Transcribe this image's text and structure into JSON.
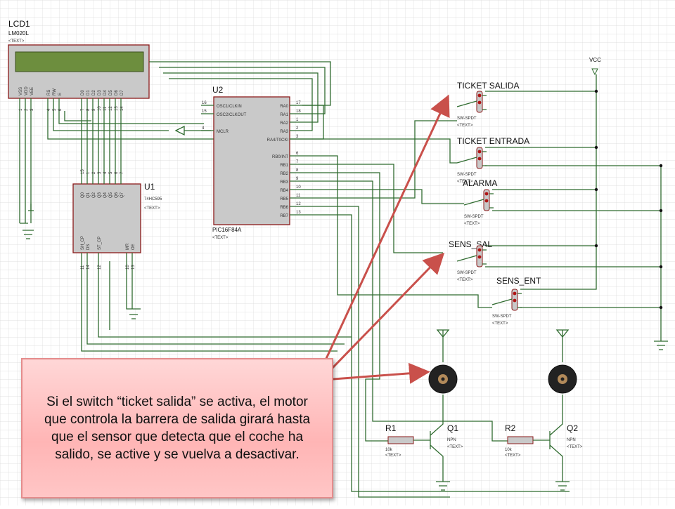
{
  "lcd": {
    "ref": "LCD1",
    "model": "LM020L",
    "text": "<TEXT>",
    "pins": [
      "VSS",
      "VDD",
      "VEE",
      "RS",
      "RW",
      "E",
      "D0",
      "D1",
      "D2",
      "D3",
      "D4",
      "D5",
      "D6",
      "D7"
    ],
    "pin_numbers": [
      "1",
      "2",
      "3",
      "4",
      "5",
      "6",
      "7",
      "8",
      "9",
      "10",
      "11",
      "12",
      "13",
      "14"
    ]
  },
  "pic": {
    "ref": "U2",
    "model": "PIC16F84A",
    "text": "<TEXT>",
    "left_pins": [
      {
        "num": "16",
        "name": "OSC1/CLKIN"
      },
      {
        "num": "15",
        "name": "OSC2/CLKOUT"
      },
      {
        "num": "4",
        "name": "MCLR"
      }
    ],
    "right_pins": [
      {
        "num": "17",
        "name": "RA0"
      },
      {
        "num": "18",
        "name": "RA1"
      },
      {
        "num": "1",
        "name": "RA2"
      },
      {
        "num": "2",
        "name": "RA3"
      },
      {
        "num": "3",
        "name": "RA4/T0CKI"
      },
      {
        "num": "6",
        "name": "RB0/INT"
      },
      {
        "num": "7",
        "name": "RB1"
      },
      {
        "num": "8",
        "name": "RB2"
      },
      {
        "num": "9",
        "name": "RB3"
      },
      {
        "num": "10",
        "name": "RB4"
      },
      {
        "num": "11",
        "name": "RB5"
      },
      {
        "num": "12",
        "name": "RB6"
      },
      {
        "num": "13",
        "name": "RB7"
      }
    ]
  },
  "shift": {
    "ref": "U1",
    "model": "74HC595",
    "text": "<TEXT>",
    "top_pins": [
      {
        "num": "15",
        "name": "Q0"
      },
      {
        "num": "1",
        "name": "Q1"
      },
      {
        "num": "2",
        "name": "Q2"
      },
      {
        "num": "3",
        "name": "Q3"
      },
      {
        "num": "4",
        "name": "Q4"
      },
      {
        "num": "5",
        "name": "Q5"
      },
      {
        "num": "6",
        "name": "Q6"
      },
      {
        "num": "7",
        "name": "Q7"
      }
    ],
    "bottom_pins": [
      {
        "num": "11",
        "name": "SH_CP"
      },
      {
        "num": "14",
        "name": "DS"
      },
      {
        "num": "12",
        "name": "ST_CP"
      },
      {
        "num": "10",
        "name": "MR"
      },
      {
        "num": "13",
        "name": "OE"
      }
    ]
  },
  "vcc": {
    "label": "VCC"
  },
  "switches": [
    {
      "title": "TICKET SALIDA",
      "model": "SW-SPDT",
      "text": "<TEXT>"
    },
    {
      "title": "TICKET ENTRADA",
      "model": "SW-SPDT",
      "text": "<TEXT>"
    },
    {
      "title": "ALARMA",
      "model": "SW-SPDT",
      "text": "<TEXT>"
    },
    {
      "title": "SENS_SAL",
      "model": "SW-SPDT",
      "text": "<TEXT>"
    },
    {
      "title": "SENS_ENT",
      "model": "SW-SPDT",
      "text": "<TEXT>"
    }
  ],
  "resistors": [
    {
      "ref": "R1",
      "value": "10k",
      "text": "<TEXT>"
    },
    {
      "ref": "R2",
      "value": "10k",
      "text": "<TEXT>"
    }
  ],
  "transistors": [
    {
      "ref": "Q1",
      "type": "NPN",
      "text": "<TEXT>"
    },
    {
      "ref": "Q2",
      "type": "NPN",
      "text": "<TEXT>"
    }
  ],
  "callout": {
    "text": "Si el switch “ticket salida” se activa, el motor que controla la barrera de salida girará hasta que el sensor que detecta que el coche ha salido, se active y se vuelva a desactivar."
  },
  "colors": {
    "wire": "#2f6b2f",
    "component": "#8b1a1a",
    "grid": "#d9d9d9",
    "arrow": "#c9504b",
    "callout_fill": "#ffc6c6",
    "callout_border": "#e48c8c"
  }
}
